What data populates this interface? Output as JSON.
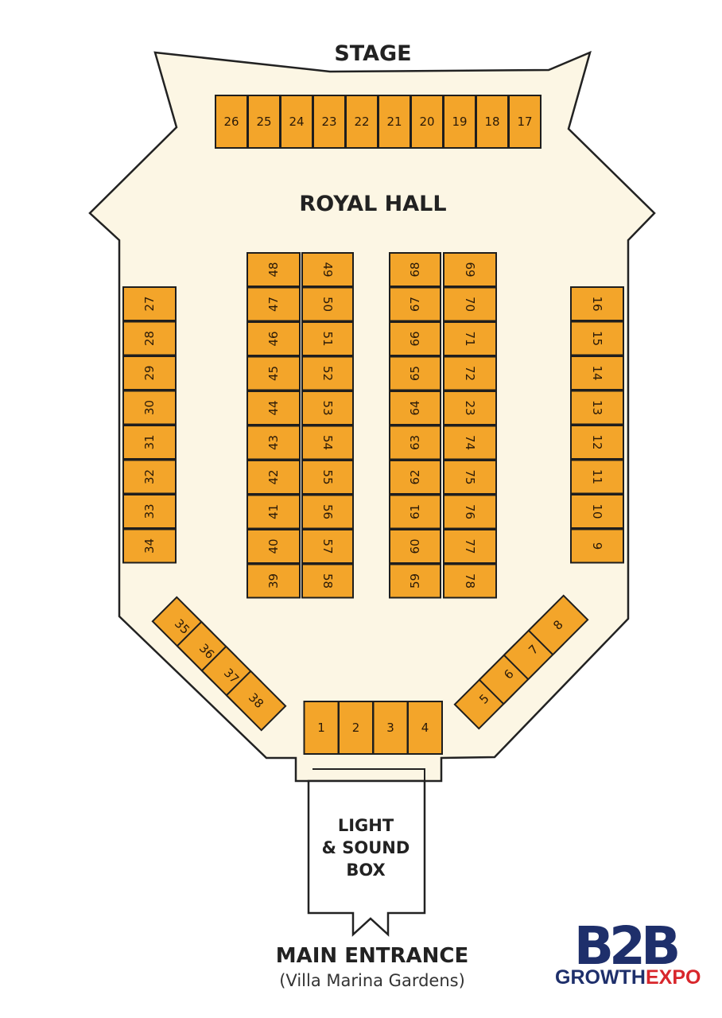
{
  "labels": {
    "stage": "STAGE",
    "hall": "ROYAL HALL",
    "box_line1": "LIGHT",
    "box_line2": "& SOUND",
    "box_line3": "BOX",
    "entrance": "MAIN ENTRANCE",
    "entrance_sub": "(Villa Marina Gardens)"
  },
  "logo": {
    "mark": "B2B",
    "word1": "GROWTH",
    "word2": "EXPO",
    "colors": {
      "navy": "#1e2f6b",
      "red": "#d8262b"
    }
  },
  "colors": {
    "booth": "#f3a52a",
    "hall_floor": "#fcf6e4",
    "outline": "#222222"
  },
  "booths": {
    "stage_row": [
      "26",
      "25",
      "24",
      "23",
      "22",
      "21",
      "20",
      "19",
      "18",
      "17"
    ],
    "left_wall": [
      "27",
      "28",
      "29",
      "30",
      "31",
      "32",
      "33",
      "34"
    ],
    "right_wall": [
      "16",
      "15",
      "14",
      "13",
      "12",
      "11",
      "10",
      "9"
    ],
    "center_col_a": [
      "48",
      "47",
      "46",
      "45",
      "44",
      "43",
      "42",
      "41",
      "40",
      "39"
    ],
    "center_col_b": [
      "49",
      "50",
      "51",
      "52",
      "53",
      "54",
      "55",
      "56",
      "57",
      "58"
    ],
    "center_col_c": [
      "68",
      "67",
      "66",
      "65",
      "64",
      "63",
      "62",
      "61",
      "60",
      "59"
    ],
    "center_col_d": [
      "69",
      "70",
      "71",
      "72",
      "23",
      "74",
      "75",
      "76",
      "77",
      "78"
    ],
    "lower_left_diag": [
      "35",
      "36",
      "37",
      "38"
    ],
    "lower_right_diag": [
      "5",
      "6",
      "7",
      "8"
    ],
    "entrance_row": [
      "1",
      "2",
      "3",
      "4"
    ]
  }
}
